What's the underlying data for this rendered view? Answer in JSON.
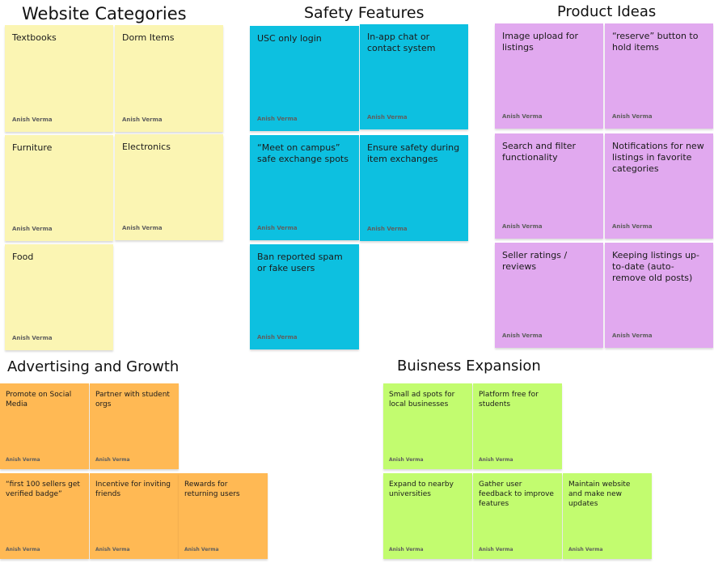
{
  "author": "Anish Verma",
  "colors": {
    "yellow": "#fbf5b3",
    "cyan": "#0dc0e0",
    "purple": "#e1a9ef",
    "orange": "#ffb954",
    "green": "#c2fc6f"
  },
  "sections": {
    "website_categories": {
      "title": "Website Categories",
      "notes": [
        "Textbooks",
        "Dorm Items",
        "Furniture",
        "Electronics",
        "Food"
      ]
    },
    "safety_features": {
      "title": "Safety Features",
      "notes": [
        "USC only login",
        "In-app chat or contact system",
        "“Meet on campus” safe exchange spots",
        "Ensure safety during item exchanges",
        "Ban reported spam or fake users"
      ]
    },
    "product_ideas": {
      "title": "Product Ideas",
      "notes": [
        "Image upload for listings",
        "“reserve” button to hold items",
        "Search and filter functionality",
        "Notifications for new listings in favorite categories",
        "Seller ratings / reviews",
        "Keeping listings up-to-date (auto-remove old posts)"
      ]
    },
    "advertising_growth": {
      "title": "Advertising and Growth",
      "notes": [
        "Promote on Social Media",
        "Partner with student orgs",
        "“first 100 sellers get verified badge”",
        "Incentive for inviting friends",
        "Rewards for returning users"
      ]
    },
    "business_expansion": {
      "title": "Buisness Expansion",
      "notes": [
        "Small ad spots for local businesses",
        "Platform free for students",
        "Expand to nearby universities",
        "Gather user feedback to improve features",
        "Maintain website and make new updates"
      ]
    }
  }
}
